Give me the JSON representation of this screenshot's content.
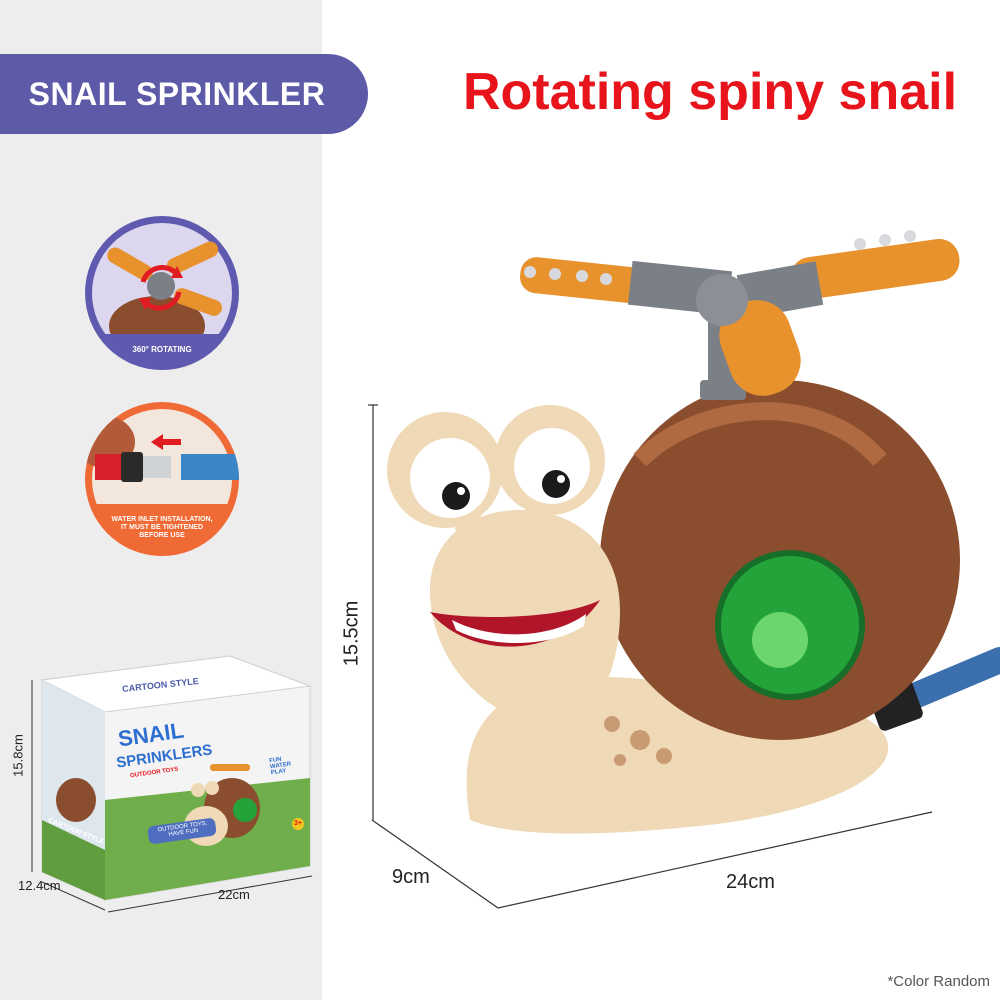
{
  "banner": {
    "title": "SNAIL SPRINKLER"
  },
  "headline": "Rotating spiny snail",
  "features": [
    {
      "caption": "360° ROTATING",
      "icon": "rotate-arrows-icon"
    },
    {
      "caption_lines": [
        "WATER INLET INSTALLATION,",
        "IT MUST BE TIGHTENED",
        "BEFORE USE"
      ],
      "icon": "arrow-left-icon"
    }
  ],
  "box": {
    "header": "CARTOON STYLE",
    "brand_line1": "SNAIL",
    "brand_line2": "SPRINKLERS",
    "subbrand": "OUTDOOR TOYS",
    "side_text": "FUN WATER PLAY",
    "badge": "OUTDOOR TOYS, HAVE FUN",
    "side_label": "CARTOON STYLE",
    "age": "3+",
    "height": "15.8cm",
    "depth": "12.4cm",
    "width": "22cm"
  },
  "product_dims": {
    "height": "15.5cm",
    "depth": "9cm",
    "width": "24cm"
  },
  "note": "*Color Random",
  "colors": {
    "banner": "#5d5aa8",
    "headline": "#e8141b",
    "shell": "#8a4e2f",
    "body": "#efd9b6",
    "arm": "#e8922e",
    "cap": "#23a33a"
  }
}
